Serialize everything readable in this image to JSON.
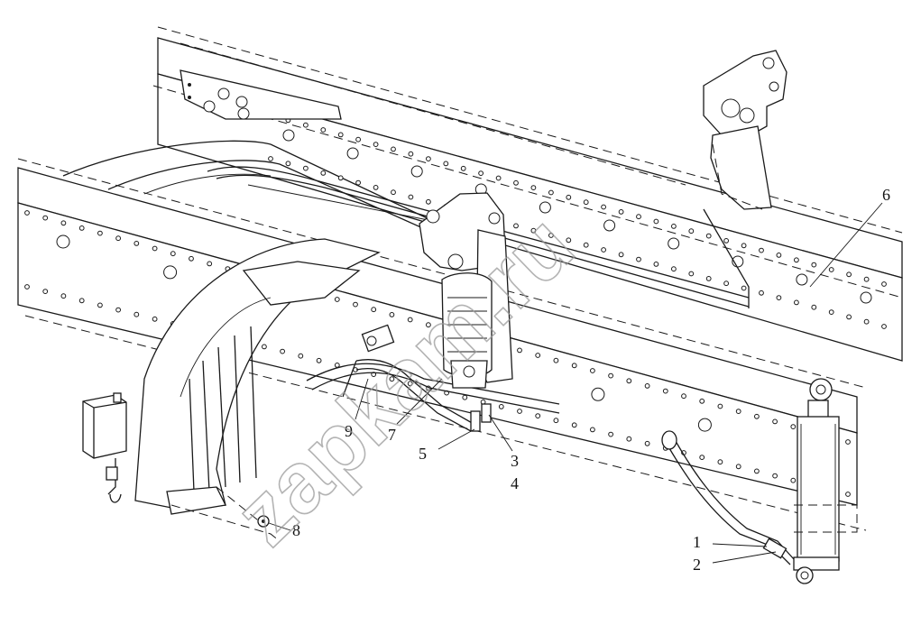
{
  "diagram": {
    "callouts": [
      {
        "id": "c1",
        "label": "1"
      },
      {
        "id": "c2",
        "label": "2"
      },
      {
        "id": "c3",
        "label": "3"
      },
      {
        "id": "c4",
        "label": "4"
      },
      {
        "id": "c5",
        "label": "5"
      },
      {
        "id": "c6",
        "label": "6"
      },
      {
        "id": "c7",
        "label": "7"
      },
      {
        "id": "c8",
        "label": "8"
      },
      {
        "id": "c9",
        "label": "9"
      }
    ],
    "watermark": "zapkam.ru"
  }
}
